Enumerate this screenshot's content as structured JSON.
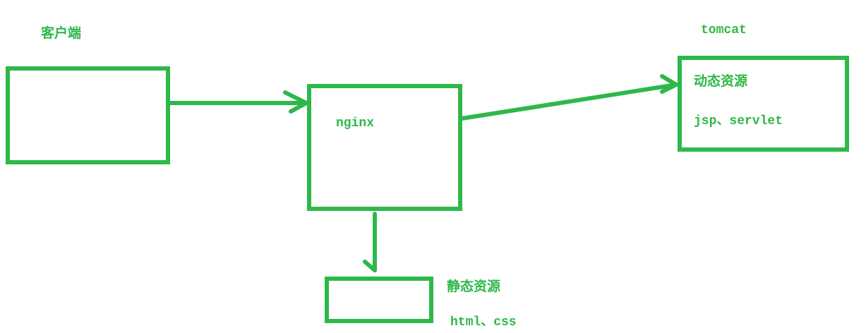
{
  "diagram": {
    "stroke_color": "#2eb84a",
    "text_color": "#2eb84a",
    "client": {
      "title": "客户端"
    },
    "nginx": {
      "label": "nginx"
    },
    "tomcat": {
      "title": "tomcat",
      "line1": "动态资源",
      "line2": "jsp、servlet"
    },
    "static": {
      "line1": "静态资源",
      "line2": "html、css"
    }
  }
}
